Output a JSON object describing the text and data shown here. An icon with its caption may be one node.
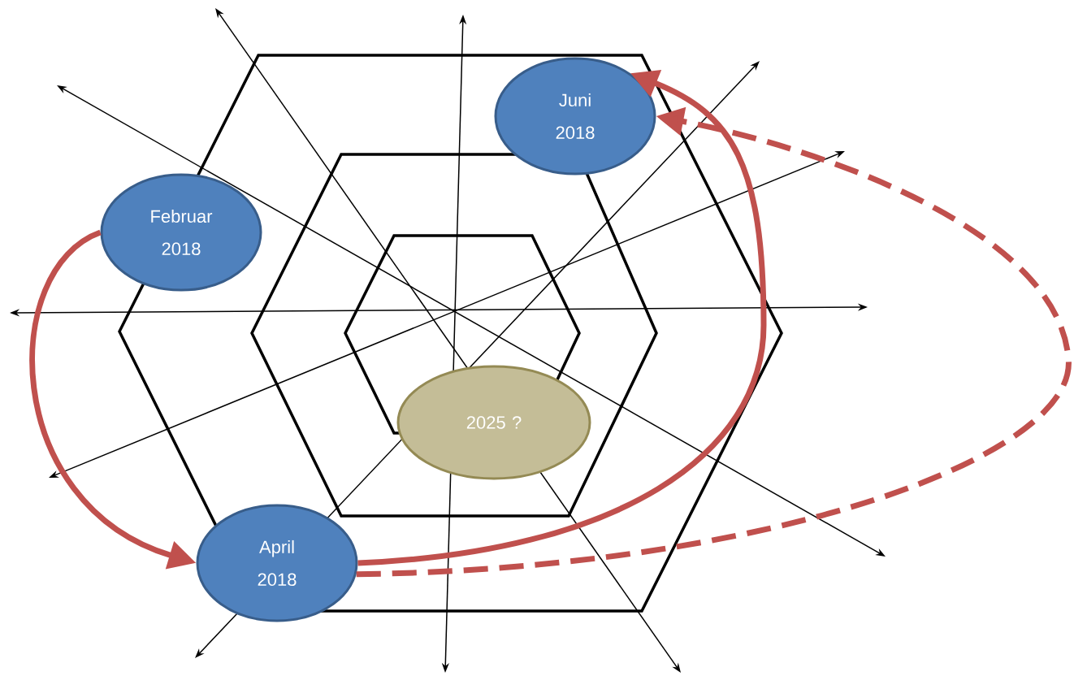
{
  "diagram": {
    "nodes": [
      {
        "text": [
          "Februar 2018"
        ]
      },
      {
        "text": [
          "Juni 2018"
        ]
      },
      {
        "text": [
          "April 2018"
        ]
      },
      {
        "text": [
          "2025 ?"
        ]
      }
    ],
    "edges": [
      {
        "from": 0,
        "to": 2,
        "arrow": "to"
      },
      {
        "from": 2,
        "to": 1,
        "arrow": "to"
      },
      {
        "from": 2,
        "to": 1,
        "arrow": "to",
        "style": "dashed"
      }
    ]
  }
}
